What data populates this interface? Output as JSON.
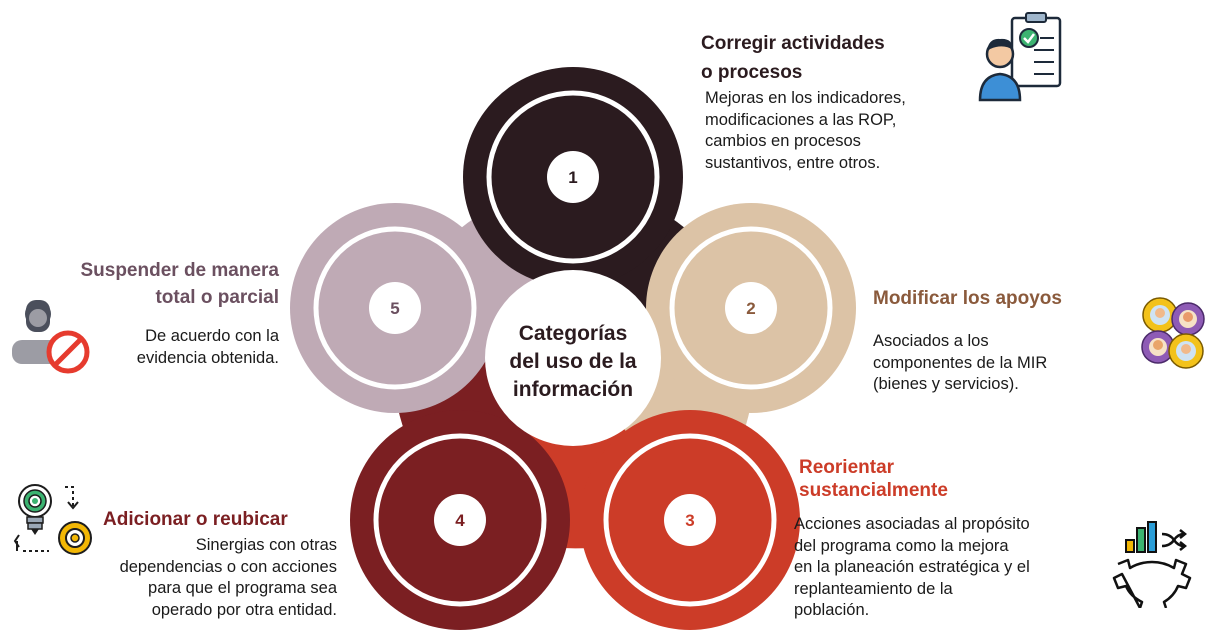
{
  "center": {
    "line1": "Categorías",
    "line2": "del uso de la",
    "line3": "información"
  },
  "petals": [
    {
      "number": "1",
      "color": "#2b1b1f",
      "number_color": "#2b1b1f"
    },
    {
      "number": "2",
      "color": "#dcc3a6",
      "number_color": "#8a5a3c"
    },
    {
      "number": "3",
      "color": "#cc3c28",
      "number_color": "#cc3c28"
    },
    {
      "number": "4",
      "color": "#7b1f22",
      "number_color": "#7b1f22"
    },
    {
      "number": "5",
      "color": "#bfaab5",
      "number_color": "#6b5060"
    }
  ],
  "categories": {
    "c1": {
      "title_line1": "Corregir actividades",
      "title_line2": "o procesos",
      "desc": [
        "Mejoras en los indicadores,",
        "modificaciones a las ROP,",
        "cambios en procesos",
        "sustantivos, entre otros."
      ],
      "title_color": "#2b1b1f",
      "icon": "checklist-person-icon"
    },
    "c2": {
      "title_line1": "Modificar los apoyos",
      "desc": [
        "Asociados a los",
        "componentes de la MIR",
        "(bienes y servicios)."
      ],
      "title_color": "#8a5a3c",
      "icon": "gears-people-icon"
    },
    "c3": {
      "title_line1": "Reorientar",
      "title_line2": "sustancialmente",
      "desc": [
        "Acciones asociadas al propósito",
        "del programa como la mejora",
        "en la planeación estratégica y el",
        "replanteamiento de la",
        "población."
      ],
      "title_color": "#cc3c28",
      "icon": "chart-gear-icon"
    },
    "c4": {
      "title_line1": "Adicionar o reubicar",
      "desc": [
        "Sinergias con otras",
        "dependencias o con acciones",
        "para que el programa sea",
        "operado por otra entidad."
      ],
      "title_color": "#7b1f22",
      "icon": "bulb-gear-icon"
    },
    "c5": {
      "title_line1": "Suspender de manera",
      "title_line2": "total o parcial",
      "desc": [
        "De acuerdo con la",
        "evidencia obtenida."
      ],
      "title_color": "#6b5060",
      "icon": "person-prohibited-icon"
    }
  }
}
